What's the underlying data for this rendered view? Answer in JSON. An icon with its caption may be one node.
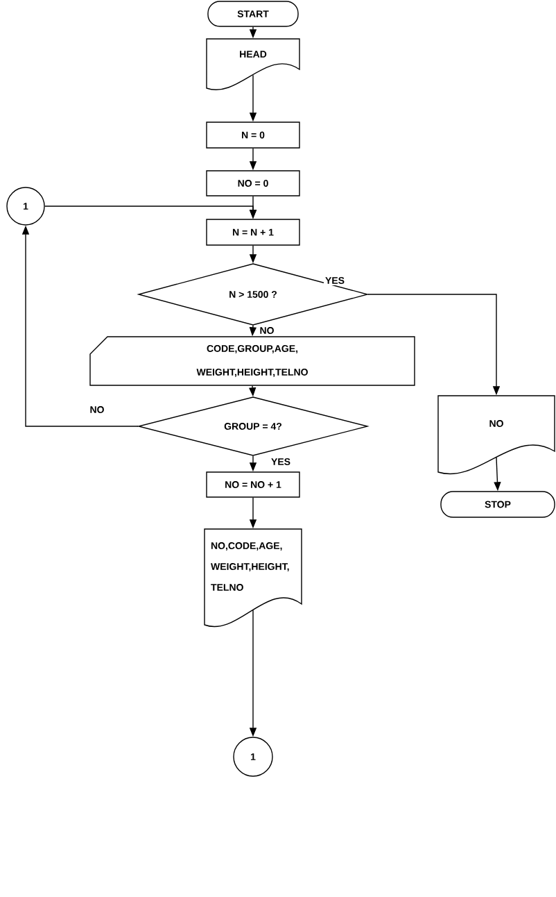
{
  "diagram": {
    "nodes": [
      {
        "text": [
          "START"
        ]
      },
      {
        "text": [
          "HEAD"
        ]
      },
      {
        "text": [
          "N = 0"
        ]
      },
      {
        "text": [
          "NO = 0"
        ]
      },
      {
        "text": [
          "1"
        ]
      },
      {
        "text": [
          "N = N + 1"
        ]
      },
      {
        "text": [
          "N > 1500 ?"
        ]
      },
      {
        "text": [
          "CODE,GROUP,AGE, WEIGHT,HEIGHT,TELNO"
        ]
      },
      {
        "text": [
          "NO"
        ]
      },
      {
        "text": [
          "STOP"
        ]
      },
      {
        "text": [
          "GROUP = 4?"
        ]
      },
      {
        "text": [
          "NO = NO + 1"
        ]
      },
      {
        "text": [
          "NO,CODE,AGE, WEIGHT,HEIGHT, TELNO"
        ]
      },
      {
        "text": [
          "1"
        ]
      }
    ],
    "edges": [
      {
        "from": 0,
        "to": 1,
        "arrow": "to"
      },
      {
        "from": 1,
        "to": 2,
        "arrow": "to"
      },
      {
        "from": 2,
        "to": 3,
        "arrow": "to"
      },
      {
        "from": 3,
        "to": 5,
        "arrow": "to"
      },
      {
        "from": 4,
        "to": 5,
        "arrow": "to"
      },
      {
        "from": 5,
        "to": 6,
        "arrow": "to"
      },
      {
        "from": 6,
        "to": 8,
        "arrow": "to",
        "label": "YES"
      },
      {
        "from": 6,
        "to": 7,
        "arrow": "to",
        "label": "NO"
      },
      {
        "from": 7,
        "to": 10,
        "arrow": "to"
      },
      {
        "from": 10,
        "to": 4,
        "arrow": "to",
        "label": "NO"
      },
      {
        "from": 10,
        "to": 11,
        "arrow": "to",
        "label": "YES"
      },
      {
        "from": 11,
        "to": 12,
        "arrow": "to"
      },
      {
        "from": 8,
        "to": 9,
        "arrow": "to"
      },
      {
        "from": 12,
        "to": 13,
        "arrow": "to"
      }
    ]
  }
}
